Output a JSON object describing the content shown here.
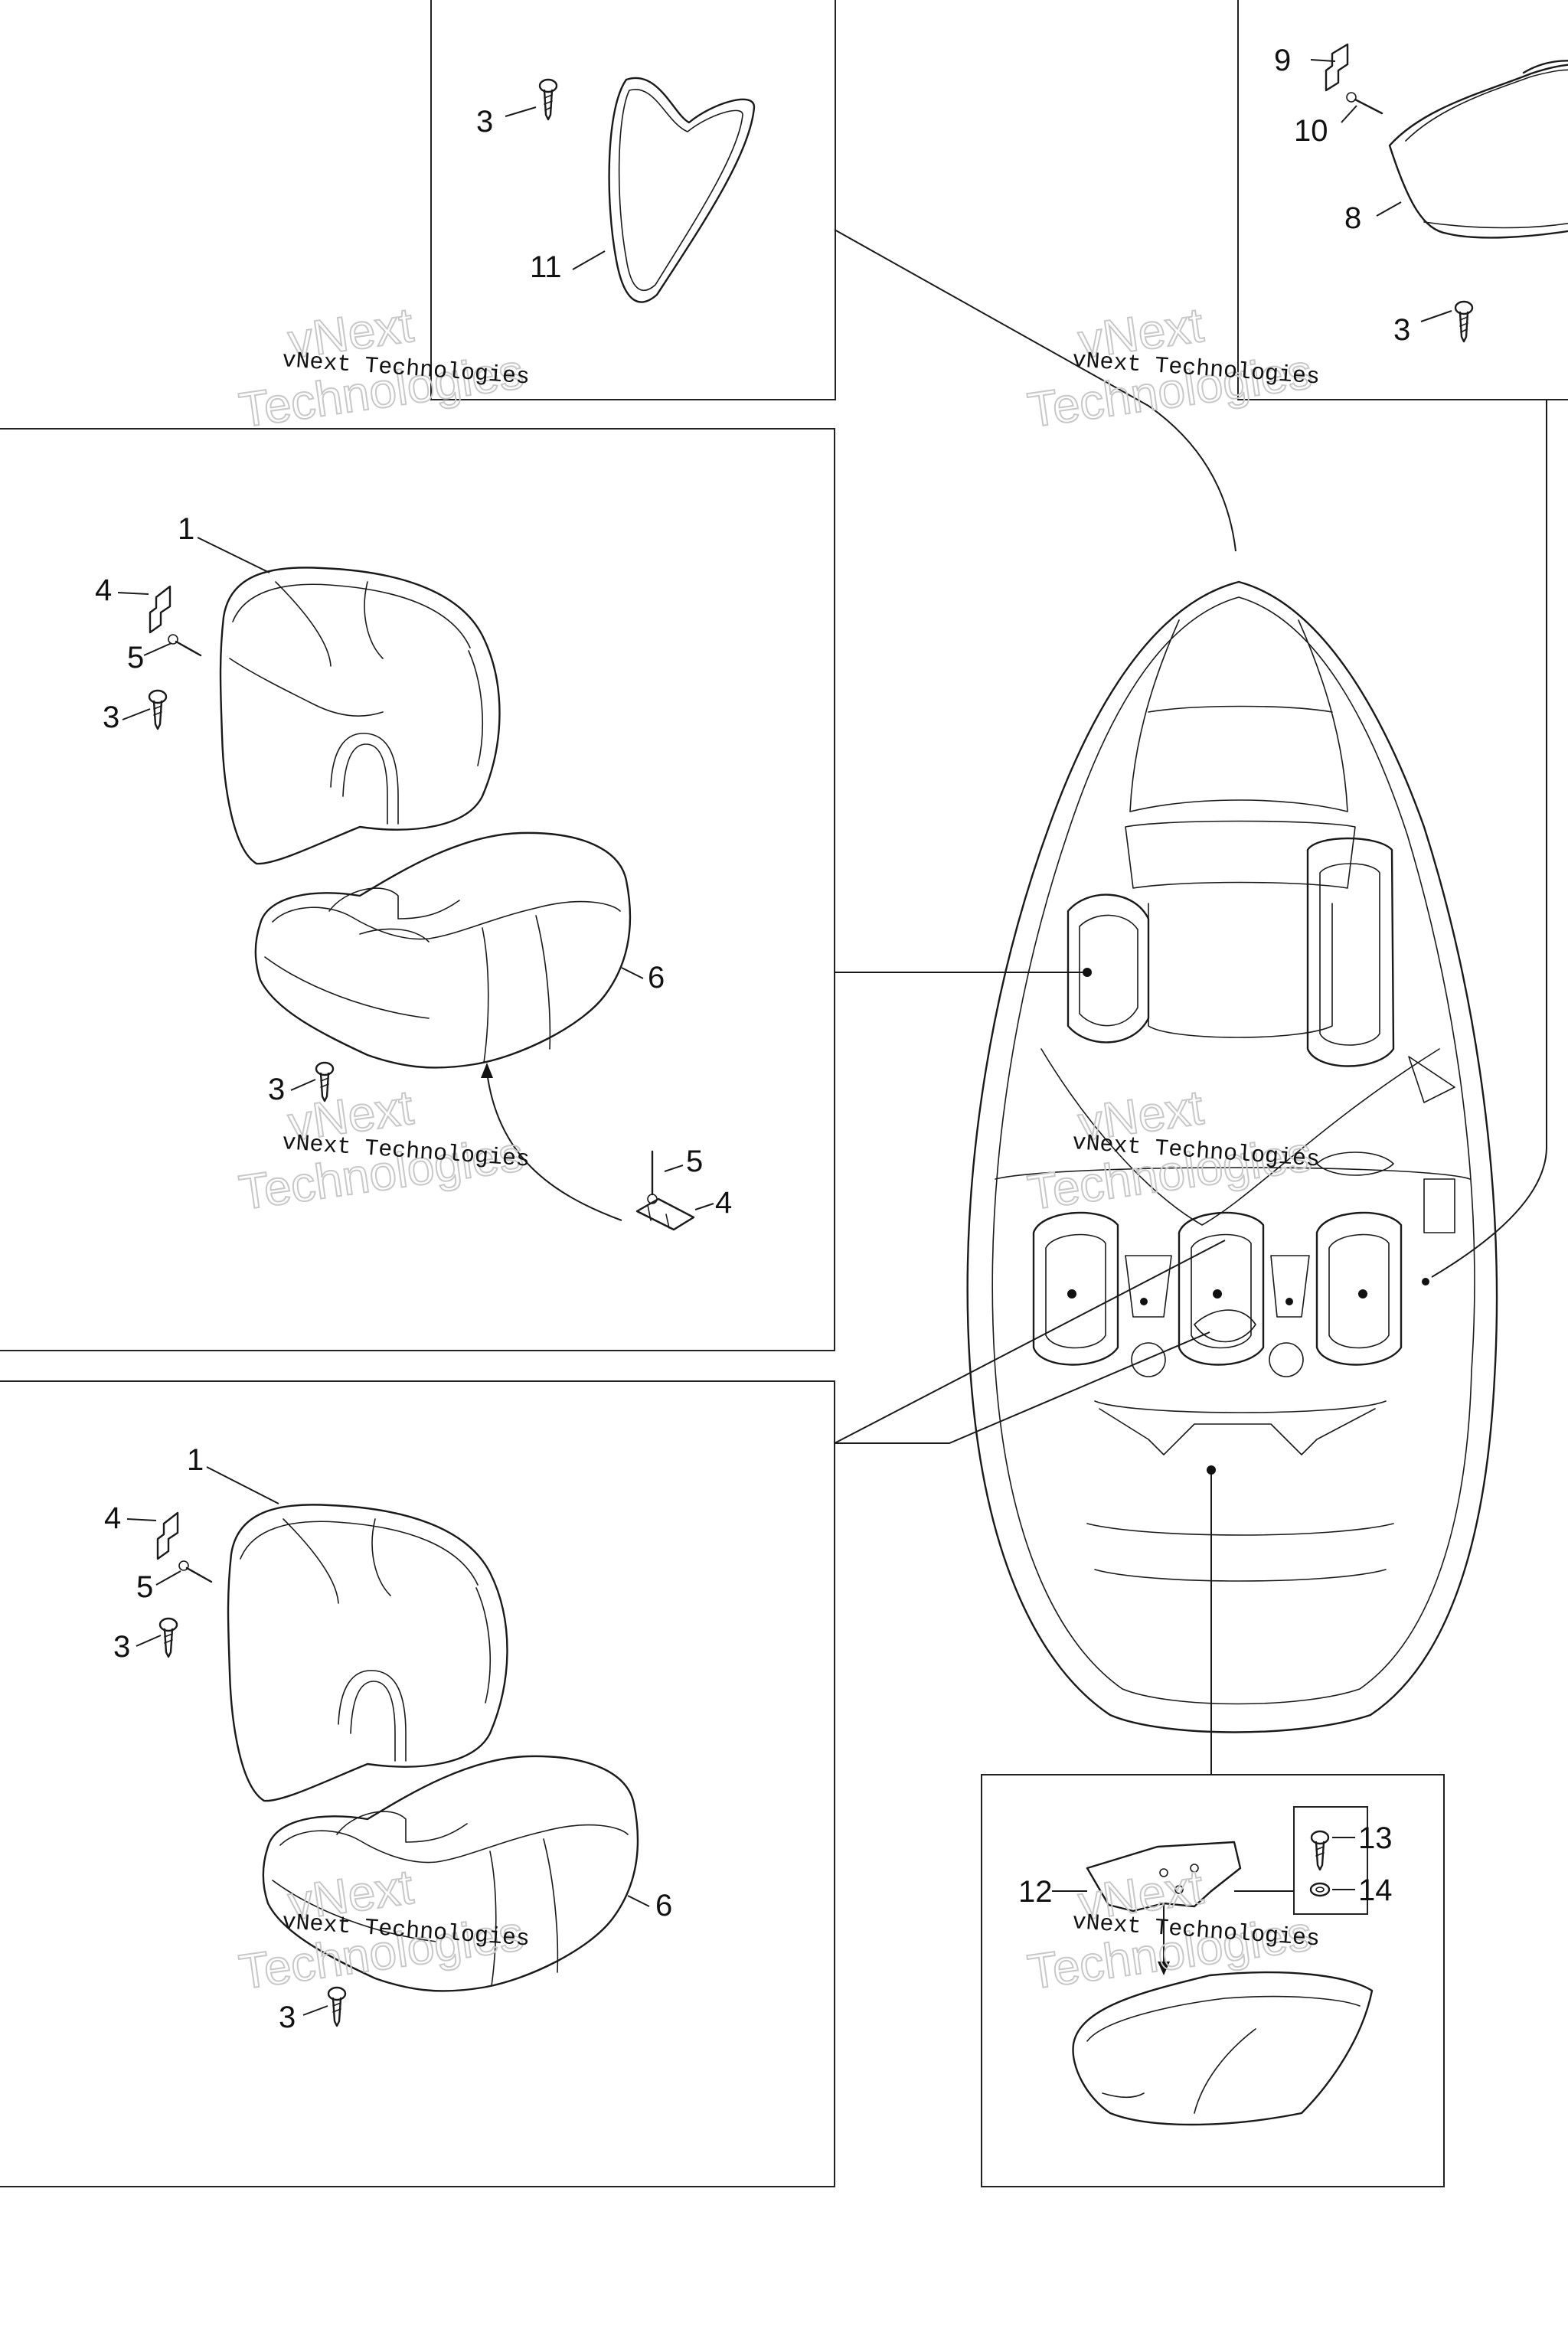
{
  "callouts": {
    "c1a": "1",
    "c1b": "1",
    "c3a": "3",
    "c3b": "3",
    "c3c": "3",
    "c3d": "3",
    "c3e": "3",
    "c3f": "3",
    "c4a": "4",
    "c4b": "4",
    "c4c": "4",
    "c5a": "5",
    "c5b": "5",
    "c5c": "5",
    "c6a": "6",
    "c6b": "6",
    "c8": "8",
    "c9": "9",
    "c10": "10",
    "c11": "11",
    "c12": "12",
    "c13": "13",
    "c14": "14"
  },
  "watermark": {
    "line_small": "vNext Technologies",
    "line_big_top": "vNext",
    "line_big_bottom": "Technologies"
  },
  "colors": {
    "line": "#1a1a1a",
    "watermark": "#c8c8c8",
    "background": "#ffffff"
  }
}
